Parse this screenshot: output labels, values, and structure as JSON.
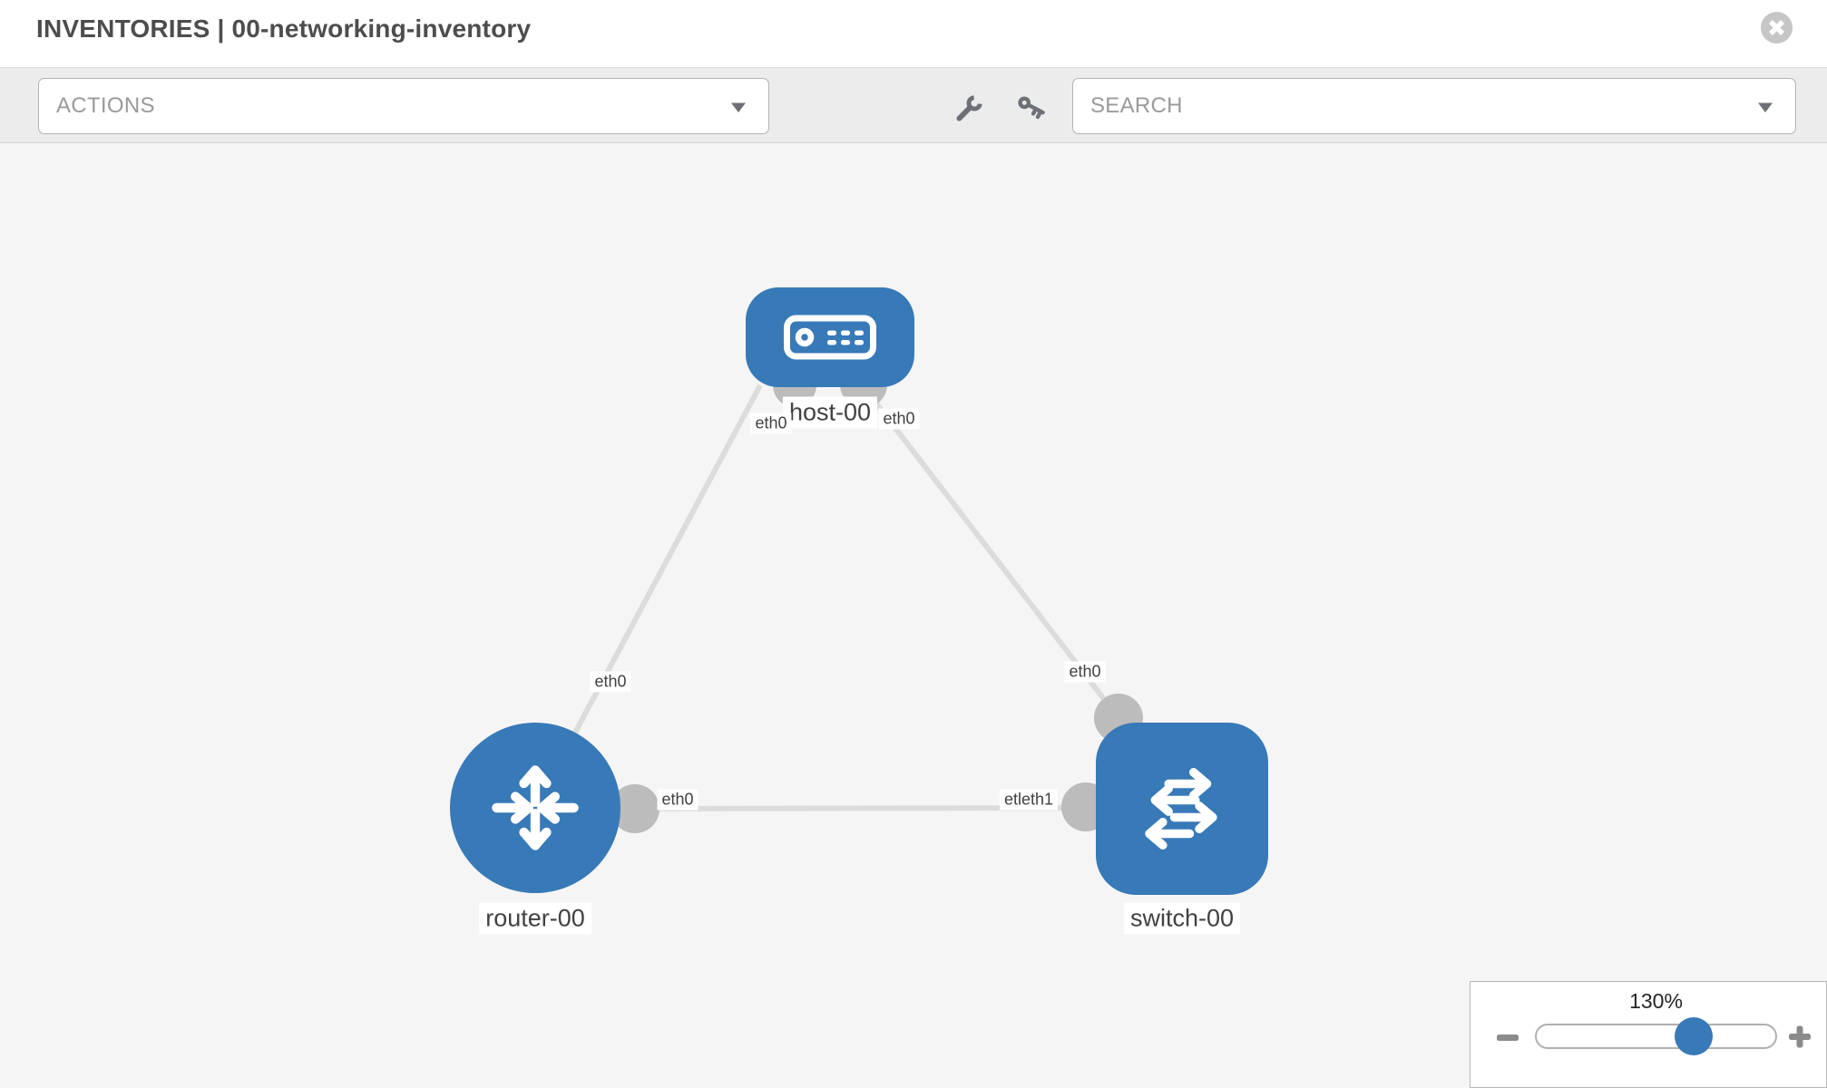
{
  "header": {
    "title": "INVENTORIES | 00-networking-inventory"
  },
  "toolbar": {
    "actions_label": "ACTIONS",
    "search_label": "SEARCH"
  },
  "diagram": {
    "nodes": {
      "host": {
        "label": "host-00",
        "type": "host"
      },
      "router": {
        "label": "router-00",
        "type": "router"
      },
      "switch": {
        "label": "switch-00",
        "type": "switch"
      }
    },
    "interfaces": {
      "host_left": "eth0",
      "host_right": "eth0",
      "link_host_router": "eth0",
      "link_host_switch": "eth0",
      "router_end": "eth0",
      "switch_end": "etleth1"
    }
  },
  "zoom_control": {
    "level": "130%"
  },
  "colors": {
    "node_blue": "#3879b8",
    "link_gray": "#dcdcdc",
    "endpoint_gray": "#bcbcbc",
    "toolbar_bg": "#ececec",
    "canvas_bg": "#f5f5f5"
  }
}
